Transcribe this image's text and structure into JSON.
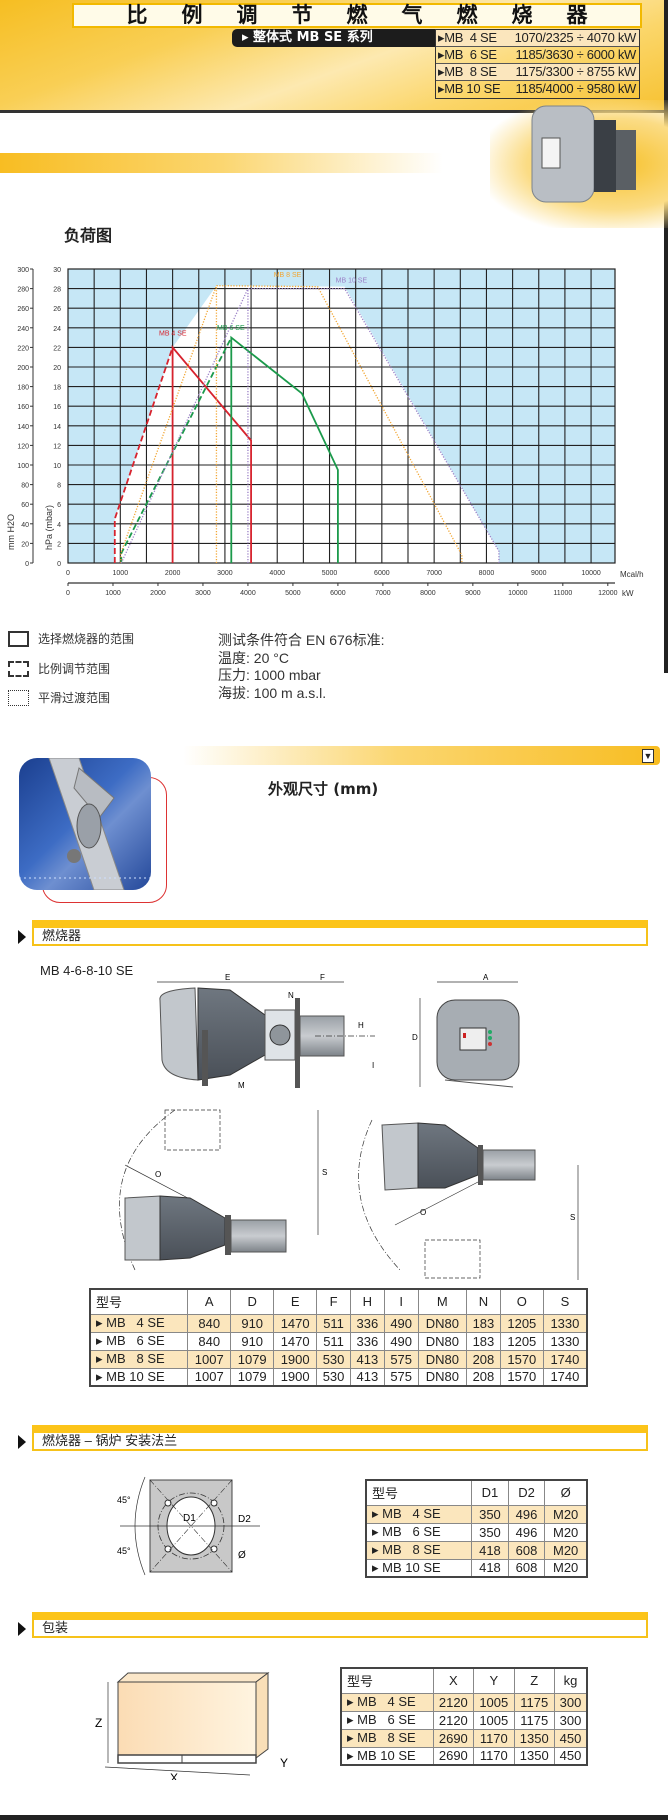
{
  "header": {
    "title": "比例调节燃气燃烧器",
    "series_label": "▸ 整体式 MB SE 系列",
    "models": [
      {
        "model": "▸MB  4 SE",
        "range": "1070/2325 ÷ 4070 kW"
      },
      {
        "model": "▸MB  6 SE",
        "range": "1185/3630 ÷ 6000 kW"
      },
      {
        "model": "▸MB  8 SE",
        "range": "1175/3300 ÷ 8755 kW"
      },
      {
        "model": "▸MB 10 SE",
        "range": "1185/4000 ÷ 9580 kW"
      }
    ]
  },
  "load_diagram": {
    "title": "负荷图",
    "legend": [
      {
        "label": "选择燃烧器的范围",
        "style": "solid"
      },
      {
        "label": "比例调节范围",
        "style": "dashed"
      },
      {
        "label": "平滑过渡范围",
        "style": "dotted"
      }
    ],
    "test_conditions": [
      "测试条件符合 EN 676标准:",
      "温度: 20 °C",
      "压力: 1000 mbar",
      "海拔: 100 m a.s.l."
    ]
  },
  "chart_data": {
    "type": "line",
    "title": "负荷图",
    "xlabel_primary": "kW",
    "xlabel_secondary": "Mcal/h",
    "ylabel_primary": "hPa (mbar)",
    "ylabel_secondary": "mm H2O",
    "xlim_kw": [
      0,
      12160
    ],
    "ylim_hpa": [
      0,
      30
    ],
    "kw_ticks": [
      0,
      1000,
      2000,
      3000,
      4000,
      5000,
      6000,
      7000,
      8000,
      9000,
      10000,
      11000,
      12000
    ],
    "mcal_ticks": [
      0,
      1000,
      2000,
      3000,
      4000,
      5000,
      6000,
      7000,
      8000,
      9000,
      10000
    ],
    "mcal_per_kw": 0.86,
    "hpa_ticks": [
      0,
      2,
      4,
      6,
      8,
      10,
      12,
      14,
      16,
      18,
      20,
      22,
      24,
      26,
      28,
      30
    ],
    "mmh2o_ticks": [
      0,
      20,
      40,
      60,
      80,
      100,
      120,
      140,
      160,
      180,
      200,
      220,
      240,
      260,
      280,
      300
    ],
    "grid": true,
    "colors": {
      "background": "#c6e7f6",
      "envelope": "#ffffff",
      "grid": "#222222"
    },
    "envelope": [
      [
        1040,
        0
      ],
      [
        1040,
        4.5
      ],
      [
        2325,
        22
      ],
      [
        3300,
        28.3
      ],
      [
        6150,
        28.2
      ],
      [
        9580,
        1.2
      ],
      [
        9580,
        0
      ]
    ],
    "series": [
      {
        "name": "MB 4 SE",
        "color": "#d7232e",
        "label_at": [
          2330,
          23.2
        ],
        "segments": [
          {
            "style": "dashed",
            "points": [
              [
                1040,
                0
              ],
              [
                1040,
                4.5
              ],
              [
                2325,
                22
              ]
            ]
          },
          {
            "style": "solid",
            "points": [
              [
                2325,
                0
              ],
              [
                2325,
                22
              ],
              [
                4070,
                12.5
              ],
              [
                4070,
                0
              ]
            ]
          }
        ]
      },
      {
        "name": "MB 6 SE",
        "color": "#1b9a4b",
        "label_at": [
          3620,
          23.8
        ],
        "segments": [
          {
            "style": "dashed",
            "points": [
              [
                1185,
                0
              ],
              [
                1185,
                1
              ],
              [
                3630,
                23
              ]
            ]
          },
          {
            "style": "solid",
            "points": [
              [
                3630,
                0
              ],
              [
                3630,
                23
              ],
              [
                5200,
                17.3
              ],
              [
                6000,
                9.5
              ],
              [
                6000,
                0
              ]
            ]
          }
        ]
      },
      {
        "name": "MB 8 SE",
        "color": "#f2a531",
        "label_at": [
          4880,
          29.2
        ],
        "segments": [
          {
            "style": "dotted",
            "points": [
              [
                1175,
                0
              ],
              [
                1175,
                1
              ],
              [
                3300,
                28.3
              ],
              [
                5550,
                28.2
              ],
              [
                8755,
                0.8
              ],
              [
                8755,
                0
              ]
            ]
          },
          {
            "style": "dotted",
            "points": [
              [
                3300,
                0
              ],
              [
                3300,
                28.3
              ]
            ]
          }
        ]
      },
      {
        "name": "MB 10 SE",
        "color": "#9a7fc6",
        "label_at": [
          6300,
          28.6
        ],
        "segments": [
          {
            "style": "dotted",
            "points": [
              [
                1185,
                0
              ],
              [
                4000,
                28
              ],
              [
                6150,
                28
              ],
              [
                9580,
                1.2
              ],
              [
                9580,
                0
              ]
            ]
          },
          {
            "style": "dotted",
            "points": [
              [
                4000,
                0
              ],
              [
                4000,
                28
              ]
            ]
          }
        ]
      }
    ]
  },
  "dimensions": {
    "title": "外观尺寸 (mm)",
    "burner_section": {
      "title": "燃烧器",
      "model_caption": "MB 4-6-8-10 SE",
      "drawing_labels": {
        "E": "E",
        "F": "F",
        "N": "N",
        "H": "H",
        "I": "I",
        "M": "M",
        "A": "A",
        "D": "D",
        "O": "O",
        "S": "S"
      },
      "columns": [
        "型号",
        "A",
        "D",
        "E",
        "F",
        "H",
        "I",
        "M",
        "N",
        "O",
        "S"
      ],
      "rows": [
        [
          "▸ MB   4 SE",
          "840",
          "910",
          "1470",
          "511",
          "336",
          "490",
          "DN80",
          "183",
          "1205",
          "1330"
        ],
        [
          "▸ MB   6 SE",
          "840",
          "910",
          "1470",
          "511",
          "336",
          "490",
          "DN80",
          "183",
          "1205",
          "1330"
        ],
        [
          "▸ MB   8 SE",
          "1007",
          "1079",
          "1900",
          "530",
          "413",
          "575",
          "DN80",
          "208",
          "1570",
          "1740"
        ],
        [
          "▸ MB 10 SE",
          "1007",
          "1079",
          "1900",
          "530",
          "413",
          "575",
          "DN80",
          "208",
          "1570",
          "1740"
        ]
      ]
    },
    "flange_section": {
      "title": "燃烧器 – 锅炉 安装法兰",
      "drawing_labels": {
        "angle_top": "45°",
        "angle_bottom": "45°",
        "d1": "D1",
        "d2": "D2",
        "hole": "Ø"
      },
      "columns": [
        "型号",
        "D1",
        "D2",
        "Ø"
      ],
      "rows": [
        [
          "▸ MB   4 SE",
          "350",
          "496",
          "M20"
        ],
        [
          "▸ MB   6 SE",
          "350",
          "496",
          "M20"
        ],
        [
          "▸ MB   8 SE",
          "418",
          "608",
          "M20"
        ],
        [
          "▸ MB 10 SE",
          "418",
          "608",
          "M20"
        ]
      ]
    },
    "packaging_section": {
      "title": "包装",
      "drawing_labels": {
        "x": "X",
        "y": "Y",
        "z": "Z"
      },
      "columns": [
        "型号",
        "X",
        "Y",
        "Z",
        "kg"
      ],
      "rows": [
        [
          "▸ MB   4 SE",
          "2120",
          "1005",
          "1175",
          "300"
        ],
        [
          "▸ MB   6 SE",
          "2120",
          "1005",
          "1175",
          "300"
        ],
        [
          "▸ MB   8 SE",
          "2690",
          "1170",
          "1350",
          "450"
        ],
        [
          "▸ MB 10 SE",
          "2690",
          "1170",
          "1350",
          "450"
        ]
      ]
    }
  }
}
